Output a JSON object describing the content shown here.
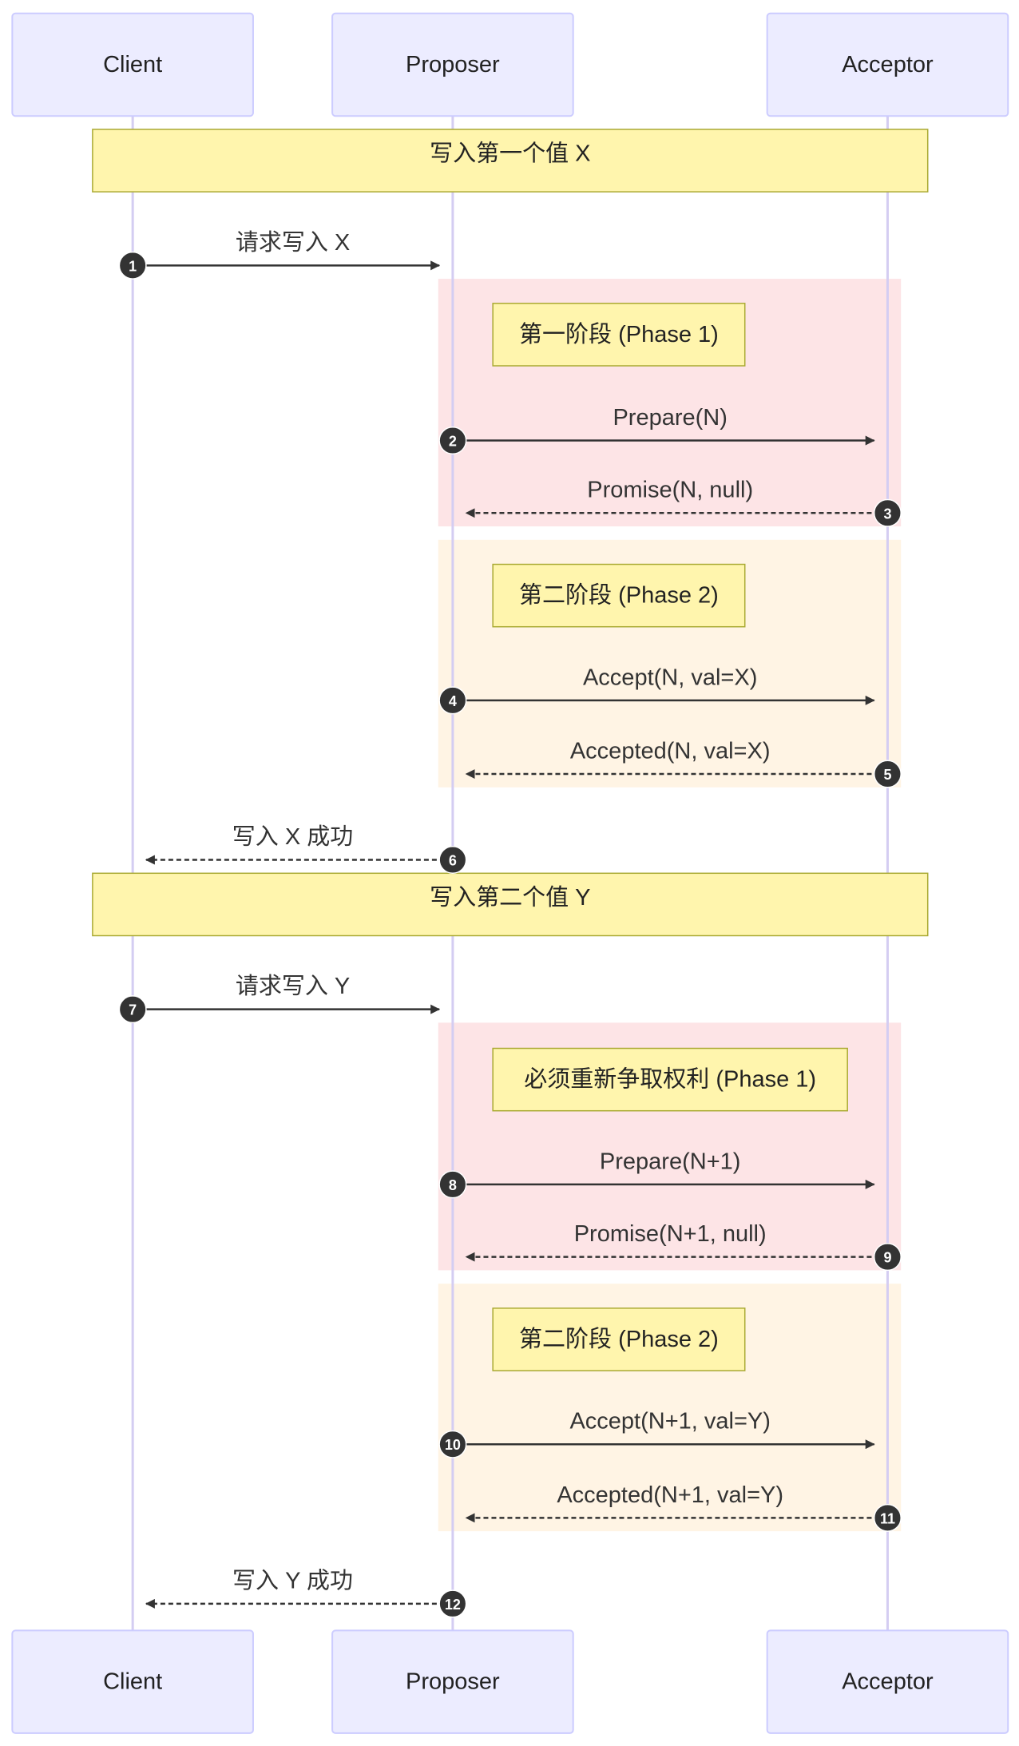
{
  "participants": [
    {
      "id": "client",
      "label": "Client"
    },
    {
      "id": "proposer",
      "label": "Proposer"
    },
    {
      "id": "acceptor",
      "label": "Acceptor"
    }
  ],
  "section_notes": [
    {
      "id": "write-first",
      "text": "写入第一个值 X"
    },
    {
      "id": "write-second",
      "text": "写入第二个值 Y"
    }
  ],
  "phase_blocks": [
    {
      "id": "p1a",
      "kind": "phase1",
      "color": "#fde4e6",
      "label": "第一阶段 (Phase 1)"
    },
    {
      "id": "p2a",
      "kind": "phase2",
      "color": "#fff4e4",
      "label": "第二阶段 (Phase 2)"
    },
    {
      "id": "p1b",
      "kind": "phase1",
      "color": "#fde4e6",
      "label": "必须重新争取权利 (Phase 1)"
    },
    {
      "id": "p2b",
      "kind": "phase2",
      "color": "#fff4e4",
      "label": "第二阶段 (Phase 2)"
    }
  ],
  "messages": [
    {
      "seq": "1",
      "from": "client",
      "to": "proposer",
      "style": "solid",
      "label": "请求写入 X"
    },
    {
      "seq": "2",
      "from": "proposer",
      "to": "acceptor",
      "style": "solid",
      "label": "Prepare(N)"
    },
    {
      "seq": "3",
      "from": "acceptor",
      "to": "proposer",
      "style": "dashed",
      "label": "Promise(N, null)"
    },
    {
      "seq": "4",
      "from": "proposer",
      "to": "acceptor",
      "style": "solid",
      "label": "Accept(N, val=X)"
    },
    {
      "seq": "5",
      "from": "acceptor",
      "to": "proposer",
      "style": "dashed",
      "label": "Accepted(N, val=X)"
    },
    {
      "seq": "6",
      "from": "proposer",
      "to": "client",
      "style": "dashed",
      "label": "写入 X 成功"
    },
    {
      "seq": "7",
      "from": "client",
      "to": "proposer",
      "style": "solid",
      "label": "请求写入 Y"
    },
    {
      "seq": "8",
      "from": "proposer",
      "to": "acceptor",
      "style": "solid",
      "label": "Prepare(N+1)"
    },
    {
      "seq": "9",
      "from": "acceptor",
      "to": "proposer",
      "style": "dashed",
      "label": "Promise(N+1, null)"
    },
    {
      "seq": "10",
      "from": "proposer",
      "to": "acceptor",
      "style": "solid",
      "label": "Accept(N+1, val=Y)"
    },
    {
      "seq": "11",
      "from": "acceptor",
      "to": "proposer",
      "style": "dashed",
      "label": "Accepted(N+1, val=Y)"
    },
    {
      "seq": "12",
      "from": "proposer",
      "to": "client",
      "style": "dashed",
      "label": "写入 Y 成功"
    }
  ]
}
